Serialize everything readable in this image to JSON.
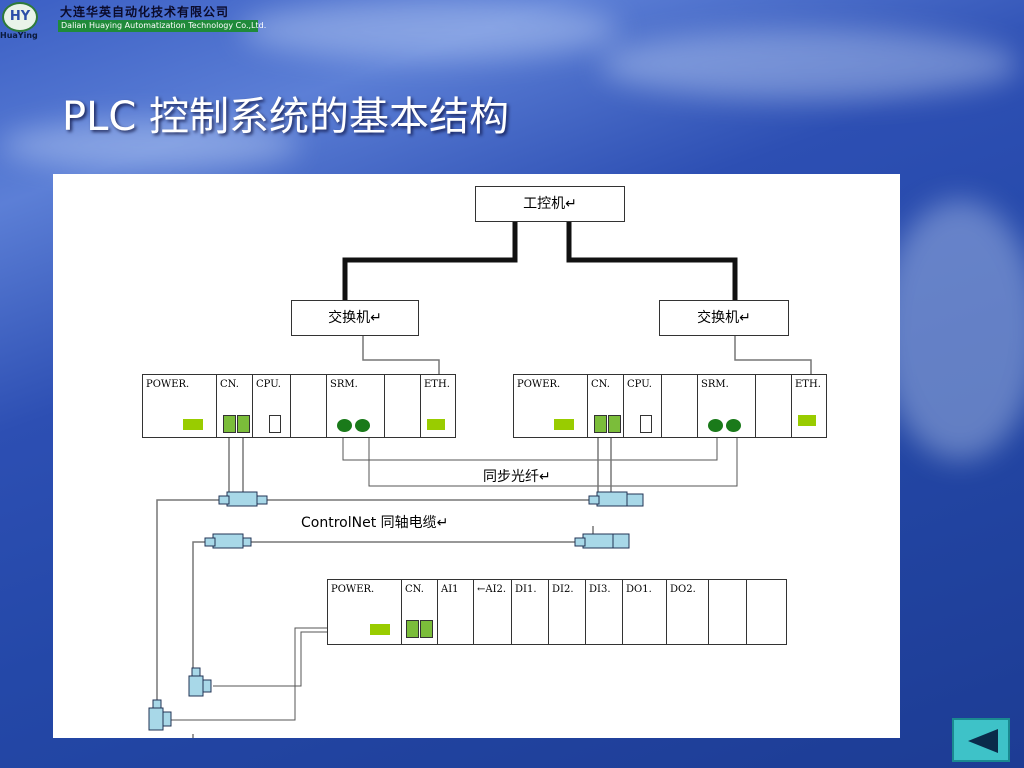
{
  "header": {
    "logo_text": "HY",
    "brand": "HuaYing",
    "company_cn": "大连华英自动化技术有限公司",
    "company_en": "Dalian Huaying Automatization Technology Co.,Ltd."
  },
  "slide": {
    "title": "PLC 控制系统的基本结构"
  },
  "diagram": {
    "ipc_label": "工控机↵",
    "switch_left_label": "交换机↵",
    "switch_right_label": "交换机↵",
    "fiber_label": "同步光纤↵",
    "controlnet_label": "ControlNet  同轴电缆↵",
    "rack_left": [
      "POWER.",
      "CN.",
      "CPU.",
      "",
      "SRM.",
      "",
      "ETH."
    ],
    "rack_right": [
      "POWER.",
      "CN.",
      "CPU.",
      "",
      "SRM.",
      "",
      "ETH."
    ],
    "rack_io": [
      "POWER.",
      "CN.",
      "AI1",
      "←AI2.",
      "DI1.",
      "DI2.",
      "DI3.",
      "DO1.",
      "DO2.",
      "",
      ""
    ]
  },
  "colors": {
    "module_green": "#99cc00",
    "srm_green": "#1a7a1a",
    "connector": "#a8d8e8"
  }
}
